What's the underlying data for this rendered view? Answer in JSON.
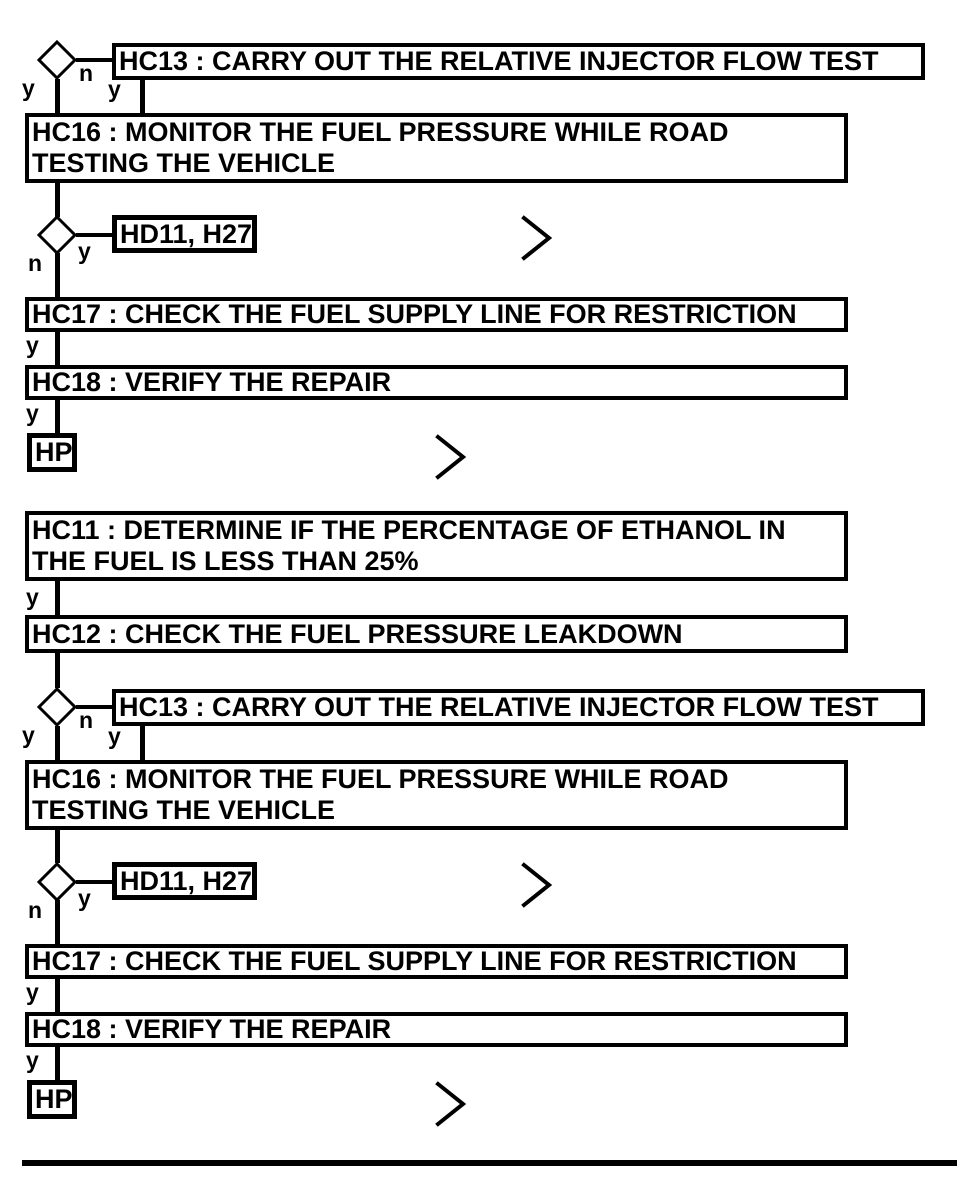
{
  "colors": {
    "ink": "#000000",
    "paper": "#ffffff"
  },
  "labels": {
    "yes": "y",
    "no": "n"
  },
  "nodes": {
    "hc13": "HC13 : CARRY OUT THE RELATIVE INJECTOR FLOW TEST",
    "hc16": {
      "line1": "HC16 : MONITOR THE FUEL PRESSURE WHILE ROAD",
      "line2": "TESTING THE VEHICLE"
    },
    "hd11": "HD11, H27",
    "hc17": "HC17 : CHECK THE FUEL SUPPLY LINE FOR RESTRICTION",
    "hc18": "HC18 : VERIFY THE REPAIR",
    "hp": "HP",
    "hc11": {
      "line1": "HC11 : DETERMINE IF THE PERCENTAGE OF ETHANOL IN",
      "line2": "THE FUEL IS LESS THAN 25%"
    },
    "hc12": "HC12 : CHECK THE FUEL PRESSURE LEAKDOWN"
  }
}
